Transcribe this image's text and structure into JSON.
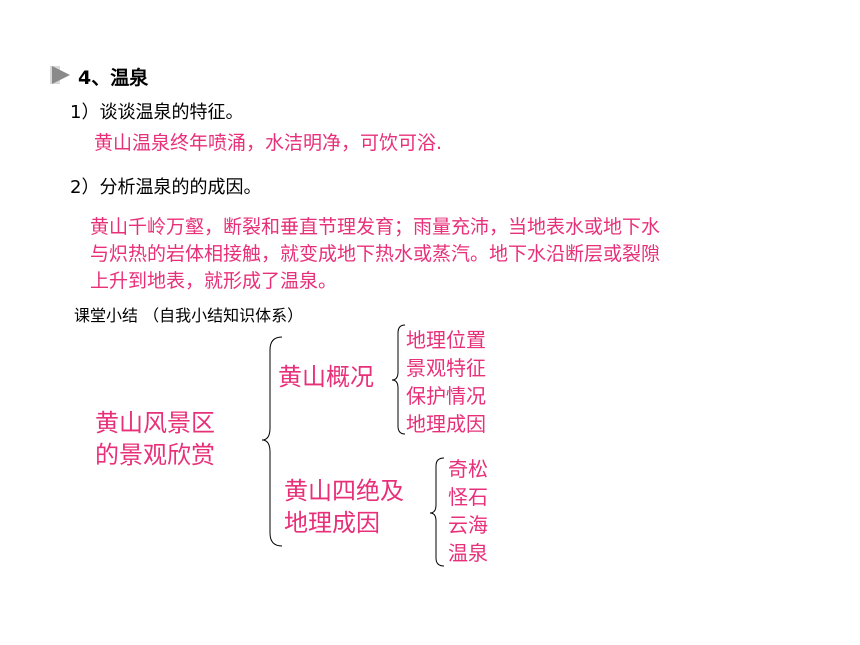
{
  "section": {
    "heading": "4、温泉",
    "q1": "1）谈谈温泉的特征。",
    "a1": "黄山温泉终年喷涌，水洁明净，可饮可浴.",
    "q2": "2）分析温泉的的成因。",
    "a2_lines": [
      "黄山千岭万壑，断裂和垂直节理发育；雨量充沛，当地表水或地下水",
      "与炽热的岩体相接触，就变成地下热水或蒸汽。地下水沿断层或裂隙",
      "上升到地表，就形成了温泉。"
    ]
  },
  "summary": {
    "label": "课堂小结 （自我小结知识体系）",
    "root": [
      "黄山风景区",
      "的景观欣赏"
    ],
    "branch1": {
      "title": "黄山概况",
      "items": [
        "地理位置",
        "景观特征",
        "保护情况",
        "地理成因"
      ]
    },
    "branch2": {
      "title": [
        "黄山四绝及",
        "地理成因"
      ],
      "items": [
        "奇松",
        "怪石",
        "云海",
        "温泉"
      ]
    }
  },
  "colors": {
    "accent": "#e8307a",
    "bullet": "#8a8a8a"
  }
}
